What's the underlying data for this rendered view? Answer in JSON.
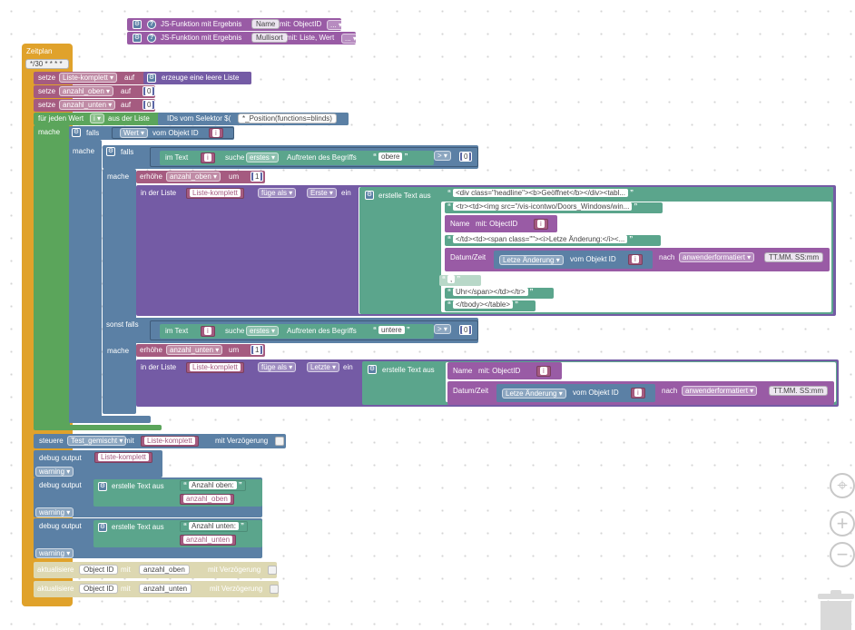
{
  "colors": {
    "event": "#e0a22b",
    "var": "#a55b80",
    "logic": "#5b80a5",
    "text": "#5ba58c",
    "math": "#5b67a5",
    "list": "#745ba5",
    "loop": "#5ba55b",
    "func": "#995ba5",
    "disabled": "#ddd8b2"
  },
  "top_func1": {
    "label": "JS-Funktion mit Ergebnis",
    "param": "Name",
    "mit": "mit: ObjectID",
    "more": "..."
  },
  "top_func2": {
    "label": "JS-Funktion mit Ergebnis",
    "param": "Mullisort",
    "mit": "mit: Liste, Wert",
    "more": "..."
  },
  "schedule": {
    "title": "Zeitplan",
    "cron": "*/30 * * * *"
  },
  "setze1": {
    "setze": "setze",
    "var": "Liste-komplett",
    "auf": "auf",
    "value": "erzeuge eine leere Liste"
  },
  "setze2": {
    "setze": "setze",
    "var": "anzahl_oben",
    "auf": "auf",
    "value": "0"
  },
  "setze3": {
    "setze": "setze",
    "var": "anzahl_unten",
    "auf": "auf",
    "value": "0"
  },
  "foreach": {
    "label": "für jeden Wert",
    "var": "i",
    "list_label": "aus der Liste",
    "selector_label": "IDs vom Selektor $(",
    "selector": "*_Position(functions=blinds)"
  },
  "labels": {
    "mache": "mache",
    "falls": "falls",
    "sonst_falls": "sonst falls",
    "nach": "nach",
    "vom_objekt_id": "vom Objekt ID",
    "um": "um"
  },
  "cond1": {
    "wert": "Wert",
    "vom": "vom Objekt ID",
    "var": "i"
  },
  "cond2": {
    "im_text": "im Text",
    "var": "i",
    "suche": "suche",
    "mode": "erstes",
    "auftreten": "Auftreten des Begriffs",
    "term": "obere",
    "op": ">",
    "num": "0"
  },
  "inc1": {
    "label": "erhöhe",
    "var": "anzahl_oben",
    "um": "um",
    "num": "1"
  },
  "insert1": {
    "in_der_liste": "in der Liste",
    "list": "Liste-komplett",
    "mode": "füge als",
    "pos": "Erste",
    "ein": "ein",
    "create": "erstelle Text aus"
  },
  "texts1": {
    "s1": "<div class=\"headline\"><b>Geöffnet</b></div><tabl...",
    "s2": "<tr><td><img src=\"/vis-icontwo/Doors_Windows/win...",
    "name": "Name",
    "mit": "mit: ObjectID",
    "var": "i",
    "s3": "</td><td><span class=\"\"><i>Letze Änderung:</i><...",
    "datum": "Datum/Zeit",
    "letze": "Letze Änderung",
    "vom": "vom Objekt ID",
    "nach": "nach",
    "fmt": "anwenderformatiert",
    "fmt_val": "TT.MM. SS:mm",
    "s4": ",",
    "s5": "Uhr</span></td></tr>",
    "s6": "</tbody></table>"
  },
  "cond3": {
    "im_text": "im Text",
    "var": "i",
    "suche": "suche",
    "mode": "erstes",
    "auftreten": "Auftreten des Begriffs",
    "term": "untere",
    "op": ">",
    "num": "0"
  },
  "inc2": {
    "label": "erhöhe",
    "var": "anzahl_unten",
    "um": "um",
    "num": "1"
  },
  "insert2": {
    "in_der_liste": "in der Liste",
    "list": "Liste-komplett",
    "mode": "füge als",
    "pos": "Letzte",
    "ein": "ein",
    "create": "erstelle Text aus",
    "name": "Name",
    "mit": "mit: ObjectID",
    "var": "i",
    "datum": "Datum/Zeit",
    "letze": "Letze Änderung",
    "vom": "vom Objekt ID",
    "nach": "nach",
    "fmt": "anwenderformatiert",
    "fmt_val": "TT.MM. SS:mm"
  },
  "steuere": {
    "label": "steuere",
    "target": "Test_gemischt",
    "mit": "mit",
    "var": "Liste-komplett",
    "delay": "mit Verzögerung"
  },
  "debug1": {
    "label": "debug output",
    "var": "Liste-komplett",
    "level": "warning"
  },
  "debug2": {
    "label": "debug output",
    "create": "erstelle Text aus",
    "text": "Anzahl oben:",
    "var": "anzahl_oben",
    "level": "warning"
  },
  "debug3": {
    "label": "debug output",
    "create": "erstelle Text aus",
    "text": "Anzahl unten:",
    "var": "anzahl_unten",
    "level": "warning"
  },
  "upd1": {
    "label": "aktualisiere",
    "obj": "Object ID",
    "mit": "mit",
    "var": "anzahl_oben",
    "delay": "mit Verzögerung"
  },
  "upd2": {
    "label": "aktualisiere",
    "obj": "Object ID",
    "mit": "mit",
    "var": "anzahl_unten",
    "delay": "mit Verzögerung"
  },
  "controls": {
    "center": "⌖",
    "zoom_in": "+",
    "zoom_out": "−"
  }
}
